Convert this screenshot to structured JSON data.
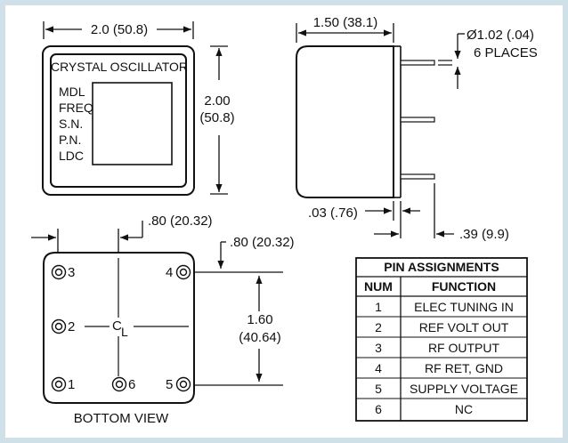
{
  "front": {
    "width_dim": "2.0 (50.8)",
    "height_dim_line1": "2.00",
    "height_dim_line2": "(50.8)",
    "title": "CRYSTAL OSCILLATOR",
    "labels": [
      "MDL",
      "FREQ",
      "S.N.",
      "P.N.",
      "LDC"
    ]
  },
  "side": {
    "width_dim": "1.50 (38.1)",
    "pin_dia_line1": "Ø1.02 (.04)",
    "pin_dia_line2": "6 PLACES",
    "offset_dim": ".03 (.76)",
    "pin_len_dim": ".39 (9.9)"
  },
  "bottom": {
    "h_offset_dim": ".80 (20.32)",
    "v_offset_dim": ".80 (20.32)",
    "height_dim_line1": "1.60",
    "height_dim_line2": "(40.64)",
    "centerline_c": "C",
    "centerline_l": "L",
    "caption": "BOTTOM VIEW",
    "pins": [
      "3",
      "4",
      "2",
      "1",
      "6",
      "5"
    ]
  },
  "pin_table": {
    "title": "PIN ASSIGNMENTS",
    "headers": [
      "NUM",
      "FUNCTION"
    ],
    "rows": [
      [
        "1",
        "ELEC TUNING IN"
      ],
      [
        "2",
        "REF VOLT OUT"
      ],
      [
        "3",
        "RF OUTPUT"
      ],
      [
        "4",
        "RF RET, GND"
      ],
      [
        "5",
        "SUPPLY VOLTAGE"
      ],
      [
        "6",
        "NC"
      ]
    ]
  }
}
